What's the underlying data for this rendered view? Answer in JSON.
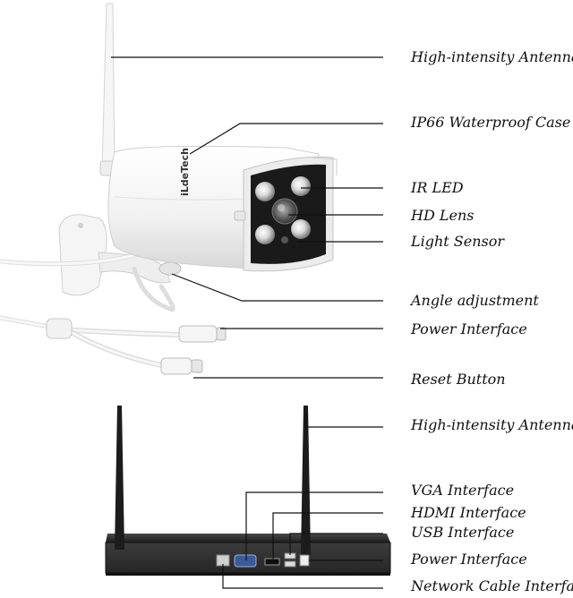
{
  "camera": {
    "brand": "iLdeTech",
    "callouts": [
      {
        "id": "antenna",
        "label": "High-intensity Antenna"
      },
      {
        "id": "case",
        "label": "IP66 Waterproof Case"
      },
      {
        "id": "ir-led",
        "label": "IR LED"
      },
      {
        "id": "hd-lens",
        "label": "HD Lens"
      },
      {
        "id": "light-sensor",
        "label": "Light Sensor"
      },
      {
        "id": "angle",
        "label": "Angle adjustment"
      },
      {
        "id": "power",
        "label": "Power Interface"
      },
      {
        "id": "reset",
        "label": "Reset Button"
      }
    ]
  },
  "nvr": {
    "callouts": [
      {
        "id": "antenna",
        "label": "High-intensity Antenna"
      },
      {
        "id": "vga",
        "label": "VGA Interface"
      },
      {
        "id": "hdmi",
        "label": "HDMI Interface"
      },
      {
        "id": "usb",
        "label": "USB Interface"
      },
      {
        "id": "power",
        "label": "Power Interface"
      },
      {
        "id": "network",
        "label": "Network Cable Interface"
      }
    ]
  },
  "colors": {
    "camera_body": "#f4f4f4",
    "front_panel": "#1c1c1c",
    "led": "#d9d9d9",
    "nvr_body": "#2a2a2a",
    "leader_line": "#111111"
  }
}
